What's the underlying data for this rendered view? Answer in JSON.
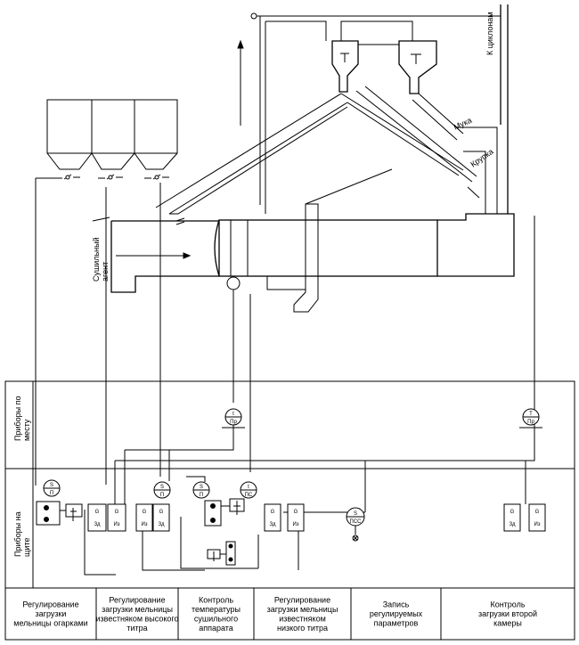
{
  "process_labels": {
    "to_cyclones": "К циклонам",
    "flour": "Мука",
    "grit": "Крупка",
    "drying_agent_line1": "Сушильный",
    "drying_agent_line2": "агент"
  },
  "zones": {
    "local_line1": "Приборы по",
    "local_line2": "месту",
    "panel_line1": "Приборы на",
    "panel_line2": "щите"
  },
  "instruments": {
    "s": "S",
    "p": "П",
    "t": "t",
    "pr": "Пр",
    "ps": "ПС",
    "g": "G",
    "zd": "Зд",
    "iz": "Из",
    "big_t": "T",
    "pss": "ПСС"
  },
  "table": [
    {
      "lines": [
        "Регулирование",
        "загрузки",
        "мельницы огарками"
      ]
    },
    {
      "lines": [
        "Регулирование",
        "загрузки мельницы",
        "известняком высокого",
        "титра"
      ]
    },
    {
      "lines": [
        "Контроль",
        "температуры",
        "сушильного",
        "аппарата"
      ]
    },
    {
      "lines": [
        "Регулирование",
        "загрузки мельницы",
        "известняком",
        "низкого титра"
      ]
    },
    {
      "lines": [
        "Запись",
        "регулируемых",
        "параметров"
      ]
    },
    {
      "lines": [
        "Контроль",
        "загрузки второй",
        "камеры"
      ]
    }
  ]
}
